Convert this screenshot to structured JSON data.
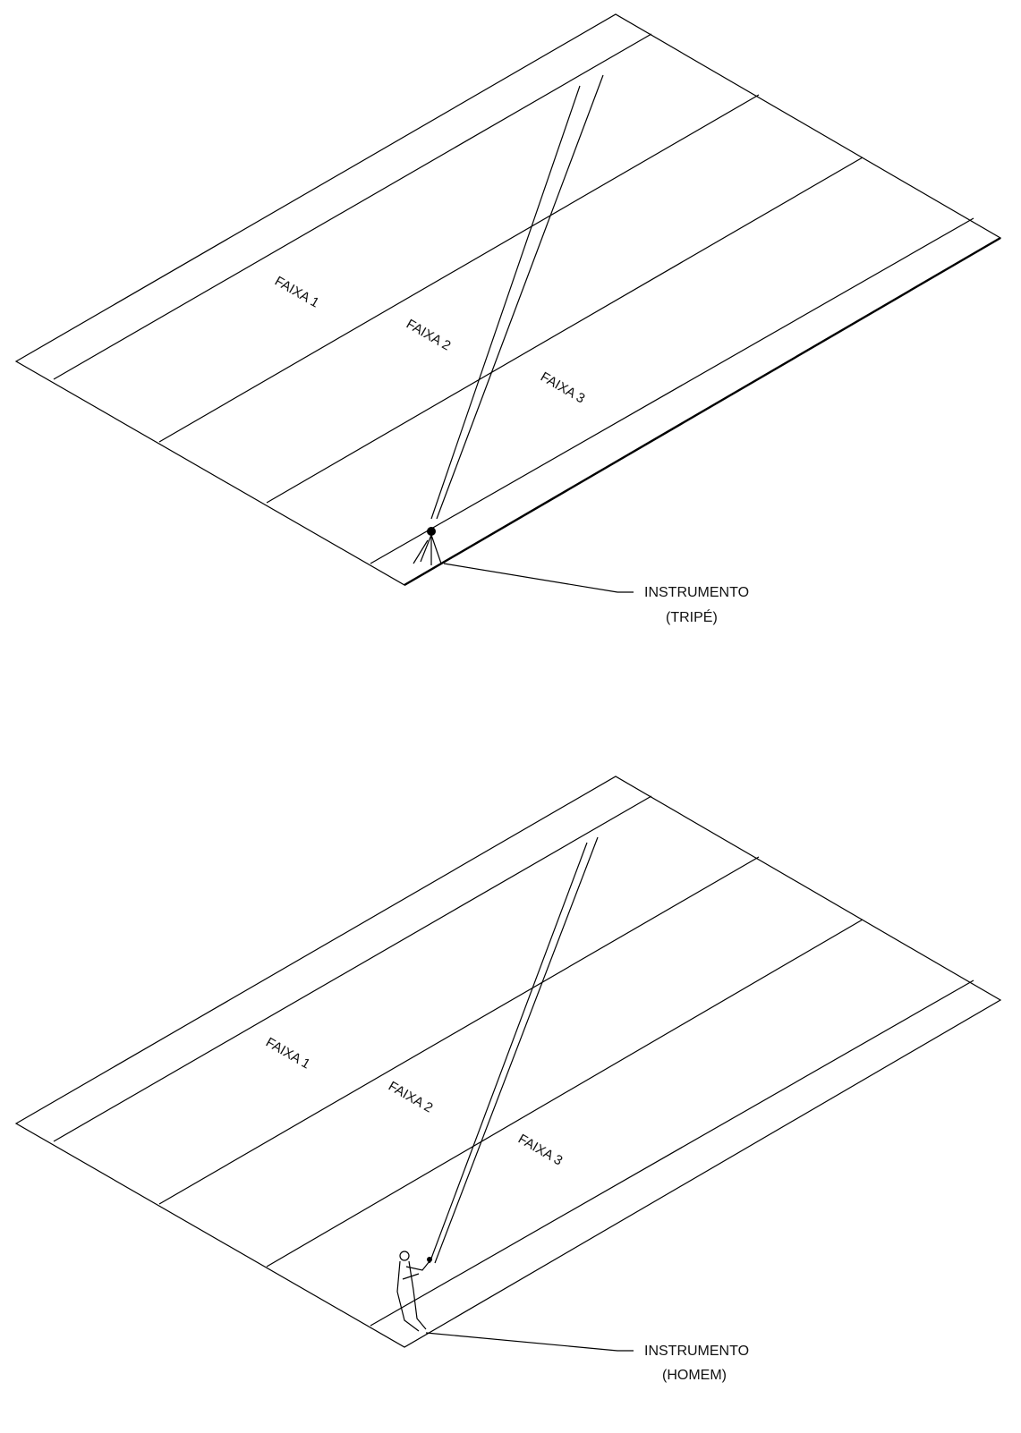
{
  "diagram_top": {
    "lanes": [
      "FAIXA 1",
      "FAIXA 2",
      "FAIXA 3"
    ],
    "callout": {
      "line1": "INSTRUMENTO",
      "line2": "(TRIPÉ)"
    }
  },
  "diagram_bottom": {
    "lanes": [
      "FAIXA 1",
      "FAIXA 2",
      "FAIXA 3"
    ],
    "callout": {
      "line1": "INSTRUMENTO",
      "line2": "(HOMEM)"
    }
  },
  "colors": {
    "line": "#000000",
    "background": "#ffffff"
  },
  "icons": {
    "top_instrument": "tripod-icon",
    "bottom_instrument": "standing-man-icon"
  }
}
